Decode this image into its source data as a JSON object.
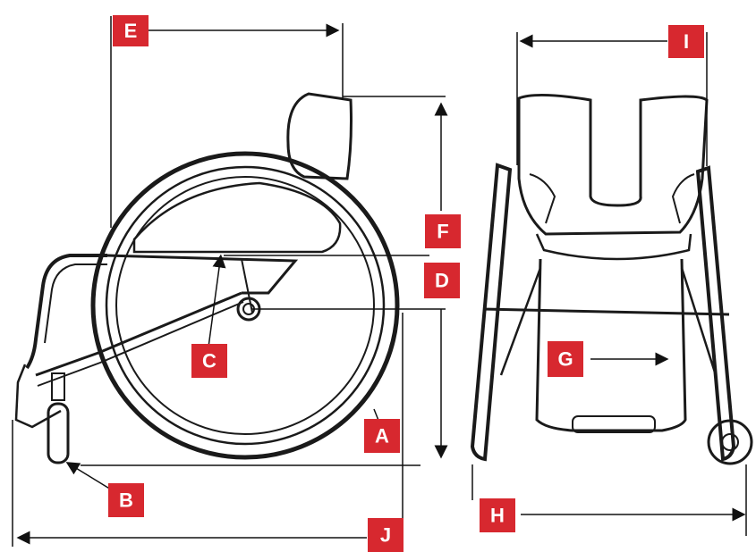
{
  "labels": {
    "A": "A",
    "B": "B",
    "C": "C",
    "D": "D",
    "E": "E",
    "F": "F",
    "G": "G",
    "H": "H",
    "I": "I",
    "J": "J"
  },
  "colors": {
    "badge": "#d7282f",
    "ink": "#1a1a1a",
    "background": "#ffffff"
  }
}
